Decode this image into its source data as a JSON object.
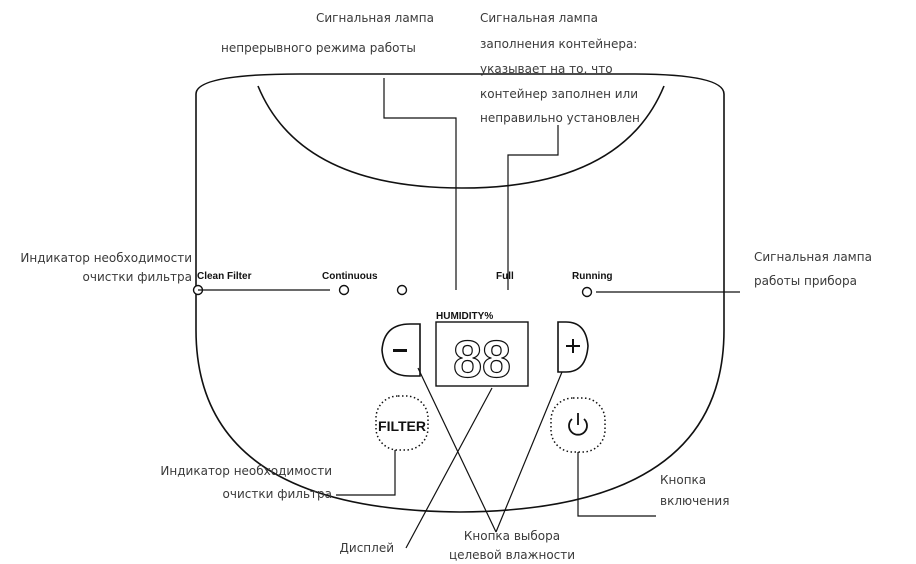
{
  "panel_labels": {
    "clean_filter": "Clean  Filter",
    "continuous": "Continuous",
    "full": "Full",
    "running": "Running",
    "humidity": "HUMIDITY%",
    "filter_button": "FILTER",
    "display_value": "88"
  },
  "callouts": {
    "continuous_lamp": [
      "Сигнальная лампа",
      "непрерывного режима работы"
    ],
    "full_lamp": [
      "Сигнальная лампа",
      "заполнения контейнера:",
      "указывает на то, что",
      "контейнер заполнен или",
      "неправильно  установлен"
    ],
    "clean_filter_indicator": [
      "Индикатор необходимости",
      "очистки фильтра"
    ],
    "running_lamp": [
      "Сигнальная лампа",
      "работы прибора"
    ],
    "filter_button": [
      "Индикатор необходимости",
      "очистки фильтра"
    ],
    "power_button": [
      "Кнопка",
      "включения"
    ],
    "display": [
      "Дисплей"
    ],
    "humidity_buttons": [
      "Кнопка выбора",
      "целевой влажности"
    ]
  },
  "colors": {
    "line": "#111111",
    "text": "#3a3a3a"
  }
}
